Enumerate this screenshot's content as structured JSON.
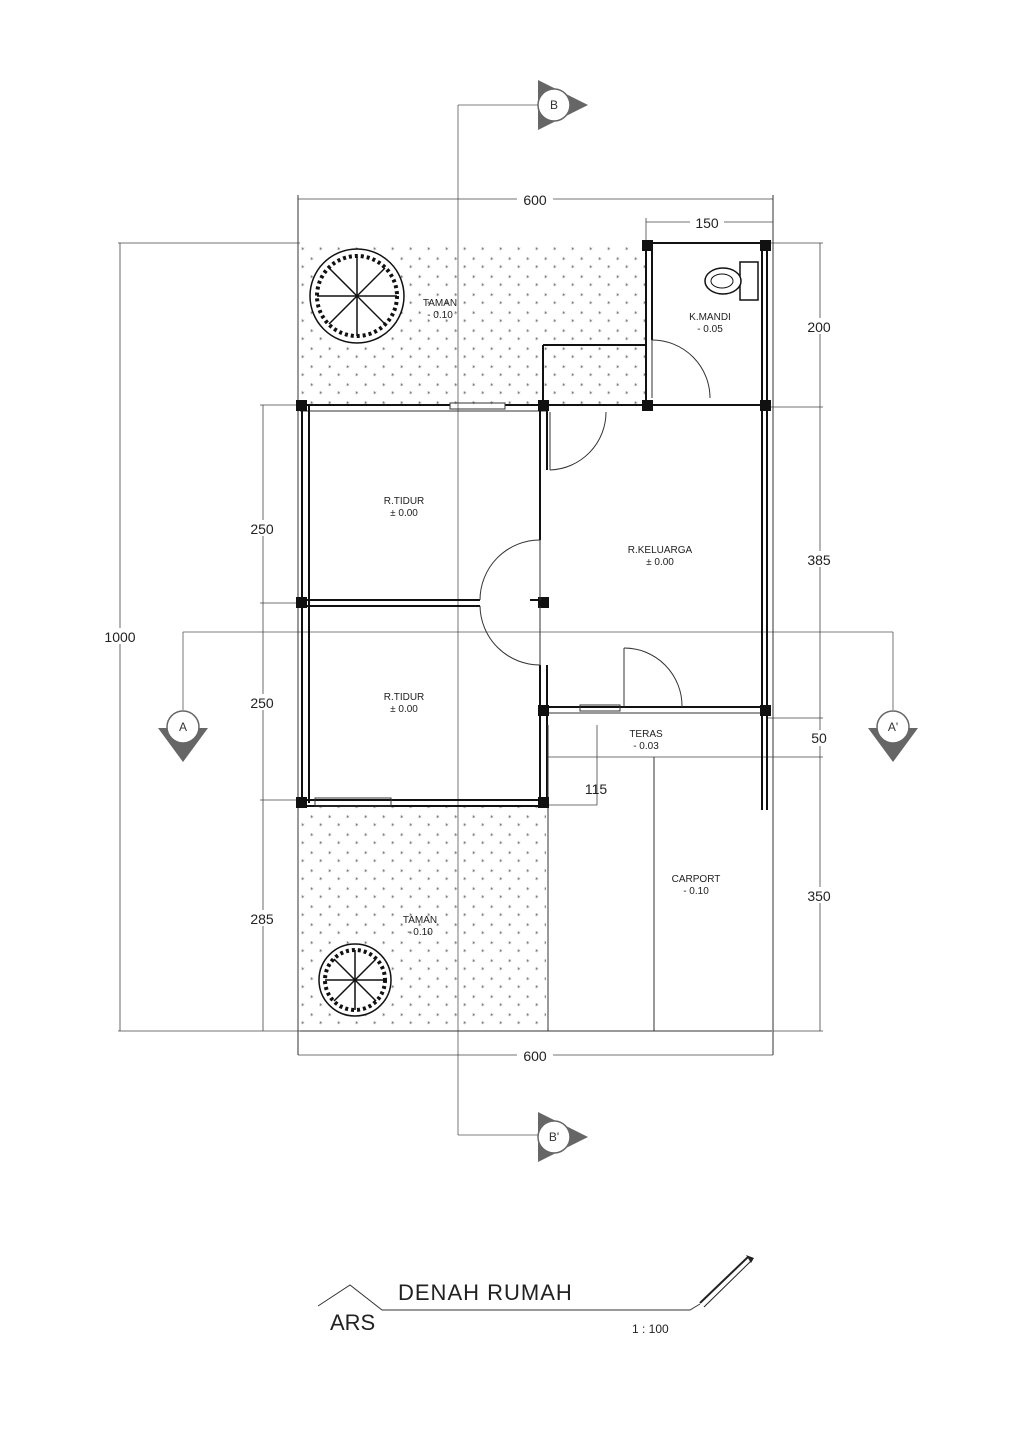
{
  "rooms": {
    "taman_top": {
      "name": "TAMAN",
      "level": "- 0.10"
    },
    "kamar_mandi": {
      "name": "K.MANDI",
      "level": "- 0.05"
    },
    "tidur_1": {
      "name": "R.TIDUR",
      "level": "± 0.00"
    },
    "keluarga": {
      "name": "R.KELUARGA",
      "level": "± 0.00"
    },
    "tidur_2": {
      "name": "R.TIDUR",
      "level": "± 0.00"
    },
    "teras": {
      "name": "TERAS",
      "level": "- 0.03"
    },
    "carport": {
      "name": "CARPORT",
      "level": "- 0.10"
    },
    "taman_bottom": {
      "name": "TAMAN",
      "level": "- 0.10"
    }
  },
  "dimensions": {
    "top_width": "600",
    "bath_width": "150",
    "bottom_width": "600",
    "total_height": "1000",
    "left_250_a": "250",
    "left_250_b": "250",
    "left_285": "285",
    "right_200": "200",
    "right_385": "385",
    "right_50": "50",
    "right_350": "350",
    "inner_115": "115"
  },
  "section_markers": {
    "b_top": "B",
    "b_bottom": "B'",
    "a_left": "A",
    "a_right": "A'"
  },
  "title_block": {
    "title": "DENAH RUMAH",
    "code": "ARS",
    "scale": "1 : 100"
  },
  "icons": [
    "tree-icon",
    "toilet-icon",
    "pencil-icon",
    "section-marker-icon"
  ]
}
